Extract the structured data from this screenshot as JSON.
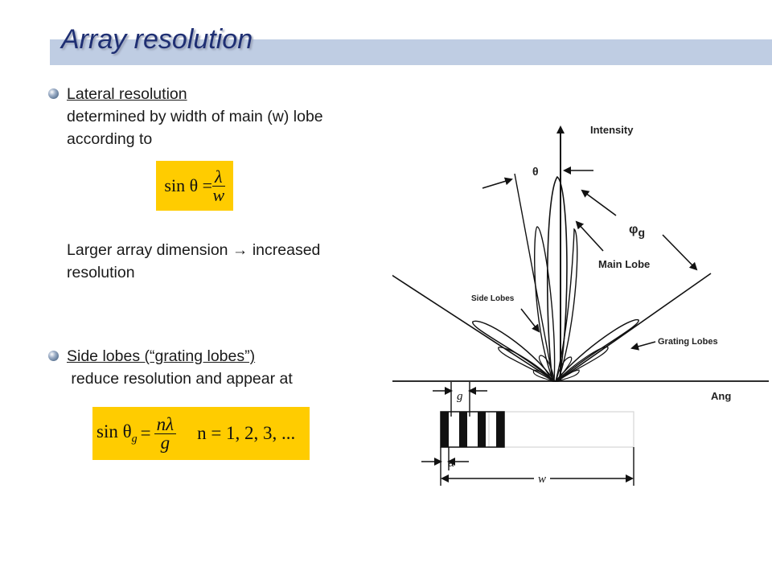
{
  "title": "Array resolution",
  "bullets": {
    "lateral": {
      "heading": "Lateral resolution",
      "line1": "determined by width of main (w) lobe",
      "line2": "according to",
      "larger_line1": "Larger array dimension → increased",
      "larger_line2": "resolution"
    },
    "side": {
      "heading": "Side lobes (“grating lobes”)",
      "line1": " reduce resolution and appear at"
    }
  },
  "formulas": {
    "main": {
      "lhs": "sin θ =",
      "num": "λ",
      "den": "w"
    },
    "grating": {
      "lhs_sin": "sin θ",
      "lhs_sub": "g",
      "eq": "=",
      "num": "nλ",
      "den": "g",
      "n_values": "n = 1, 2, 3, ..."
    }
  },
  "diagram": {
    "intensity_label": "Intensity",
    "theta_label": "θ",
    "phi_label": "φ",
    "phi_sub": "g",
    "main_lobe_label": "Main Lobe",
    "side_lobes_label": "Side Lobes",
    "grating_lobes_label": "Grating Lobes",
    "angle_label": "Ang",
    "g_label": "g",
    "a_label": "a",
    "w_label": "w"
  },
  "colors": {
    "title": "#1f2f73",
    "title_bar": "#bfcde3",
    "formula_bg": "#ffcc00"
  }
}
